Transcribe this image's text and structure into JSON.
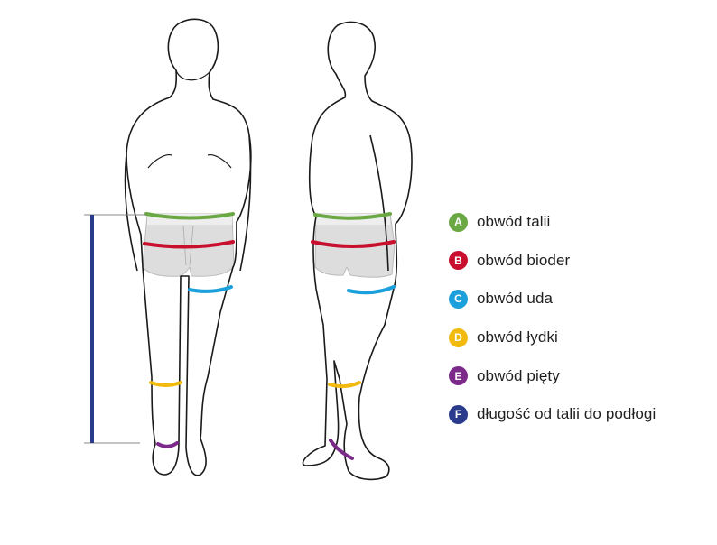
{
  "legend": [
    {
      "letter": "A",
      "label": "obwód talii",
      "color": "#6aa843"
    },
    {
      "letter": "B",
      "label": "obwód bioder",
      "color": "#c8102e"
    },
    {
      "letter": "C",
      "label": "obwód uda",
      "color": "#1ba0dc"
    },
    {
      "letter": "D",
      "label": "obwód łydki",
      "color": "#f2b90f"
    },
    {
      "letter": "E",
      "label": "obwód pięty",
      "color": "#7b2a8a"
    },
    {
      "letter": "F",
      "label": "długość od talii do podłogi",
      "color": "#2a3b8c"
    }
  ],
  "colors": {
    "outline": "#1a1a1a",
    "shorts_fill": "#dddddd",
    "shorts_band": "#eeeeee",
    "length_bar": "#2a3b8c",
    "leader_lines": "#888888"
  }
}
